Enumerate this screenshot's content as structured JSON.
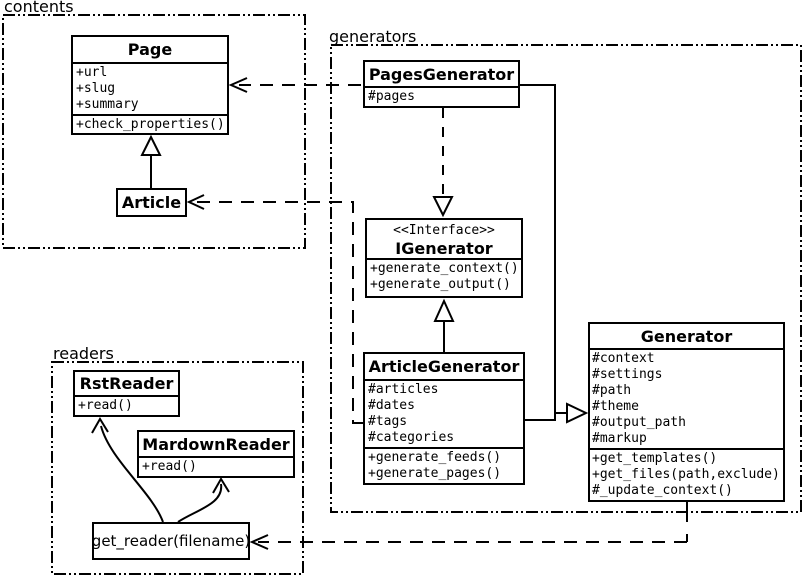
{
  "colors": {
    "background": "#ffffff",
    "line": "#000000",
    "text": "#000000"
  },
  "packages": {
    "contents": {
      "label": "contents"
    },
    "generators": {
      "label": "generators"
    },
    "readers": {
      "label": "readers"
    }
  },
  "classes": {
    "page": {
      "name": "Page",
      "attributes": [
        "+url",
        "+slug",
        "+summary"
      ],
      "methods": [
        "+check_properties()"
      ]
    },
    "article": {
      "name": "Article"
    },
    "pages_generator": {
      "name": "PagesGenerator",
      "attributes": [
        "#pages"
      ]
    },
    "igenerator": {
      "stereotype": "<<Interface>>",
      "name": "IGenerator",
      "methods": [
        "+generate_context()",
        "+generate_output()"
      ]
    },
    "article_generator": {
      "name": "ArticleGenerator",
      "attributes": [
        "#articles",
        "#dates",
        "#tags",
        "#categories"
      ],
      "methods": [
        "+generate_feeds()",
        "+generate_pages()"
      ]
    },
    "generator": {
      "name": "Generator",
      "attributes": [
        "#context",
        "#settings",
        "#path",
        "#theme",
        "#output_path",
        "#markup"
      ],
      "methods": [
        "+get_templates()",
        "+get_files(path,exclude)",
        "#_update_context()"
      ]
    },
    "rst_reader": {
      "name": "RstReader",
      "methods": [
        "+read()"
      ]
    },
    "mardown_reader": {
      "name": "MardownReader",
      "methods": [
        "+read()"
      ]
    },
    "get_reader": {
      "label": "get_reader(filename)"
    }
  }
}
